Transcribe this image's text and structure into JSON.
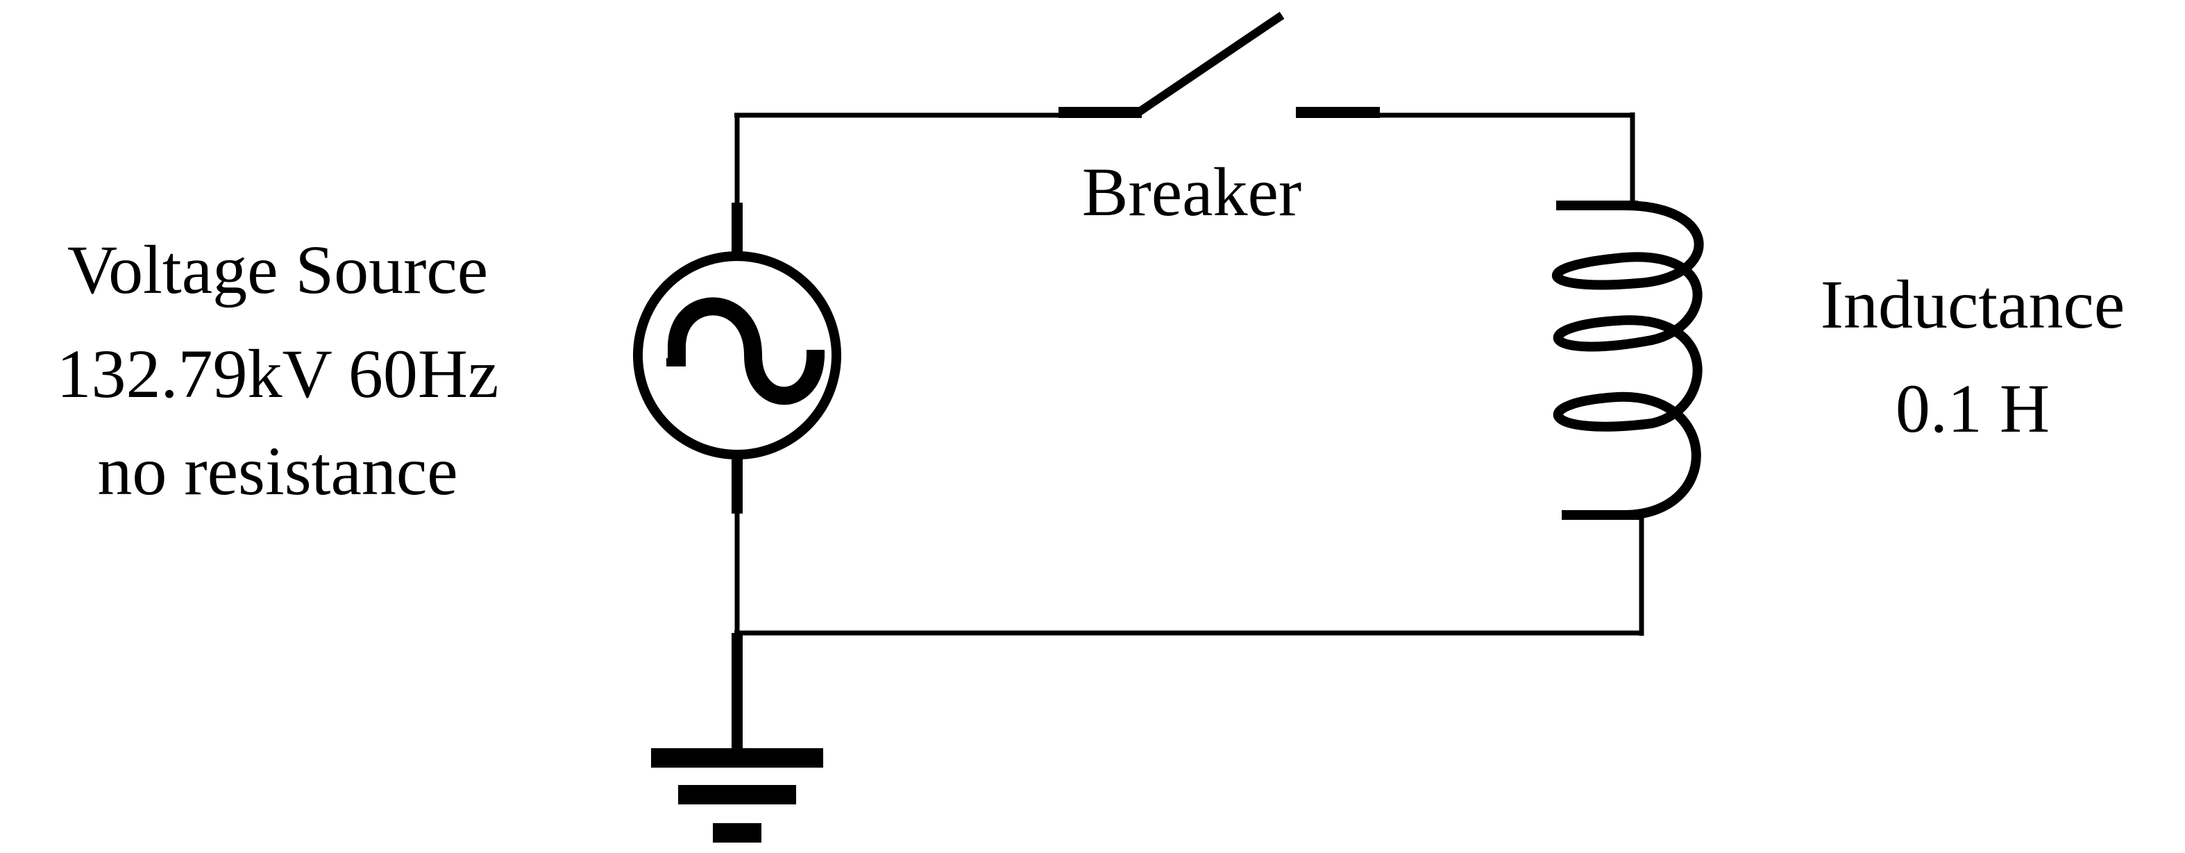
{
  "labels": {
    "source_line1": "Voltage Source",
    "source_line2": "132.79kV 60Hz",
    "source_line3": "no resistance",
    "breaker": "Breaker",
    "inductance_line1": "Inductance",
    "inductance_line2": "0.1 H"
  },
  "colors": {
    "line": "#000000",
    "background": "#ffffff"
  },
  "icons": {
    "source": "ac-voltage-source-icon",
    "breaker": "open-switch-icon",
    "inductor": "coil-icon",
    "ground": "ground-icon"
  }
}
